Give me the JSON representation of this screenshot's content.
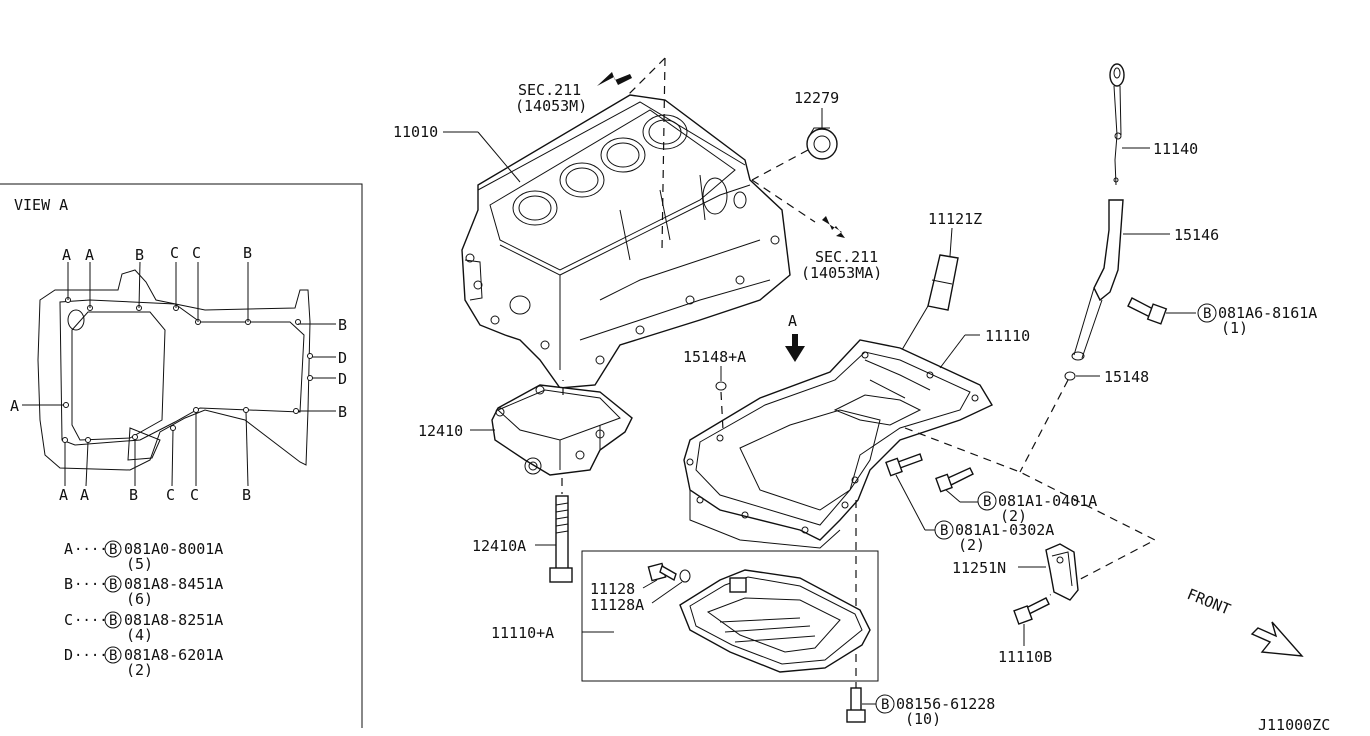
{
  "view_a": {
    "title": "VIEW A",
    "letters": {
      "a": "A",
      "b": "B",
      "c": "C",
      "d": "D"
    },
    "legend": [
      {
        "key": "A",
        "dots": "·····",
        "circle": "B",
        "part": "081A0-8001A",
        "qty": "(5)"
      },
      {
        "key": "B",
        "dots": "·····",
        "circle": "B",
        "part": "081A8-8451A",
        "qty": "(6)"
      },
      {
        "key": "C",
        "dots": "·····",
        "circle": "B",
        "part": "081A8-8251A",
        "qty": "(4)"
      },
      {
        "key": "D",
        "dots": "·····",
        "circle": "B",
        "part": "081A8-6201A",
        "qty": "(2)"
      }
    ]
  },
  "labels": {
    "sec211_top": "SEC.211",
    "sec211_top_sub": "(14053M)",
    "sec211_right": "SEC.211",
    "sec211_right_sub": "(14053MA)",
    "p11010": "11010",
    "p12279": "12279",
    "p11140": "11140",
    "p15146": "15146",
    "p11121z": "11121Z",
    "p11110": "11110",
    "p15148a": "15148+A",
    "arrow_a": "A",
    "p15148": "15148",
    "p12410": "12410",
    "p12410a": "12410A",
    "p11128": "11128",
    "p11128a": "11128A",
    "p11110a": "11110+A",
    "p11251n": "11251N",
    "p11110b": "11110B",
    "front": "FRONT",
    "code": "J11000ZC"
  },
  "bolts": [
    {
      "circle": "B",
      "part": "081A6-8161A",
      "qty": "(1)"
    },
    {
      "circle": "B",
      "part": "081A1-0401A",
      "qty": "(2)"
    },
    {
      "circle": "B",
      "part": "081A1-0302A",
      "qty": "(2)"
    },
    {
      "circle": "B",
      "part": "08156-61228",
      "qty": "(10)"
    }
  ]
}
